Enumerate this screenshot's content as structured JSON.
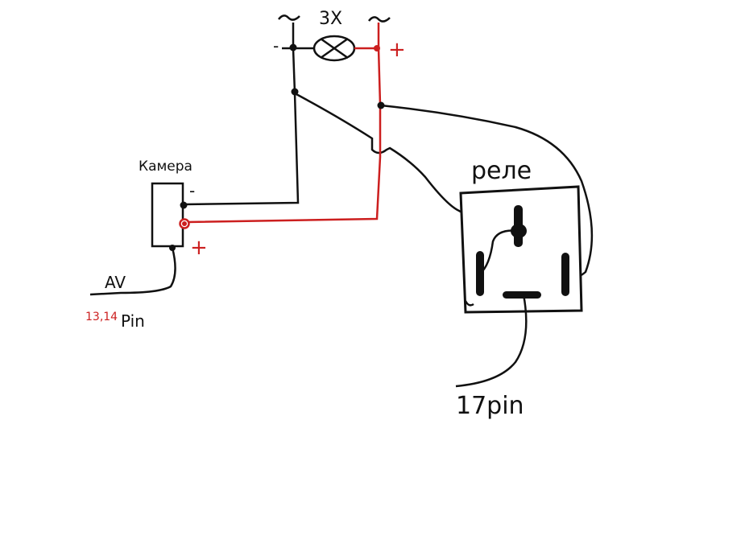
{
  "colors": {
    "wire_black": "#111111",
    "wire_red": "#cc1f1f",
    "background": "#ffffff"
  },
  "labels": {
    "lamp_label": "3X",
    "minus_top": "-",
    "plus_top": "+",
    "camera_label": "Камера",
    "camera_minus": "-",
    "camera_plus": "+",
    "av_label": "AV",
    "av_pins_red": "13,14",
    "av_pins_black": "Pin",
    "relay_label": "реле",
    "relay_pin_label": "17pin"
  },
  "icons": {
    "lamp": "lamp-icon",
    "connector_left": "connector-tilde-icon",
    "connector_right": "connector-tilde-icon"
  }
}
